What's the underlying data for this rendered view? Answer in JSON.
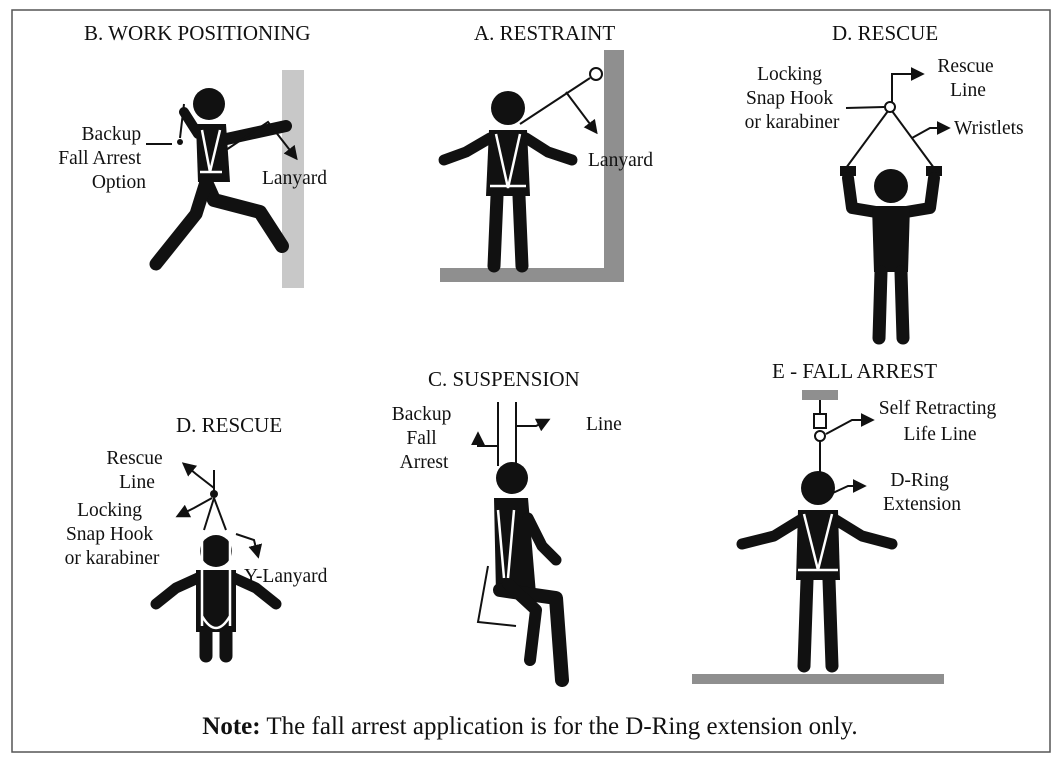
{
  "panels": {
    "work_positioning": {
      "title": "B. WORK POSITIONING",
      "backup_label": [
        "Backup",
        "Fall Arrest",
        "Option"
      ],
      "lanyard_label": "Lanyard"
    },
    "restraint": {
      "title": "A. RESTRAINT",
      "lanyard_label": "Lanyard"
    },
    "rescue_overhead": {
      "title": "D. RESCUE",
      "snap_hook_label": [
        "Locking",
        "Snap Hook",
        "or karabiner"
      ],
      "rescue_line_label": [
        "Rescue",
        "Line"
      ],
      "wristlets_label": "Wristlets"
    },
    "rescue_back": {
      "title": "D. RESCUE",
      "rescue_line_label": [
        "Rescue",
        "Line"
      ],
      "snap_hook_label": [
        "Locking",
        "Snap Hook",
        "or karabiner"
      ],
      "y_lanyard_label": "Y-Lanyard"
    },
    "suspension": {
      "title": "C. SUSPENSION",
      "backup_label": [
        "Backup",
        "Fall",
        "Arrest"
      ],
      "line_label": "Line"
    },
    "fall_arrest": {
      "title": "E - FALL ARREST",
      "srl_label": [
        "Self Retracting",
        "Life Line"
      ],
      "dring_label": [
        "D-Ring",
        "Extension"
      ]
    }
  },
  "note": {
    "bold": "Note:",
    "text": " The fall arrest application is for the D-Ring extension only."
  },
  "colors": {
    "ink": "#111111",
    "wall": "#c8c8c8",
    "wall_dark": "#8f8f8f",
    "frame": "#555555"
  }
}
